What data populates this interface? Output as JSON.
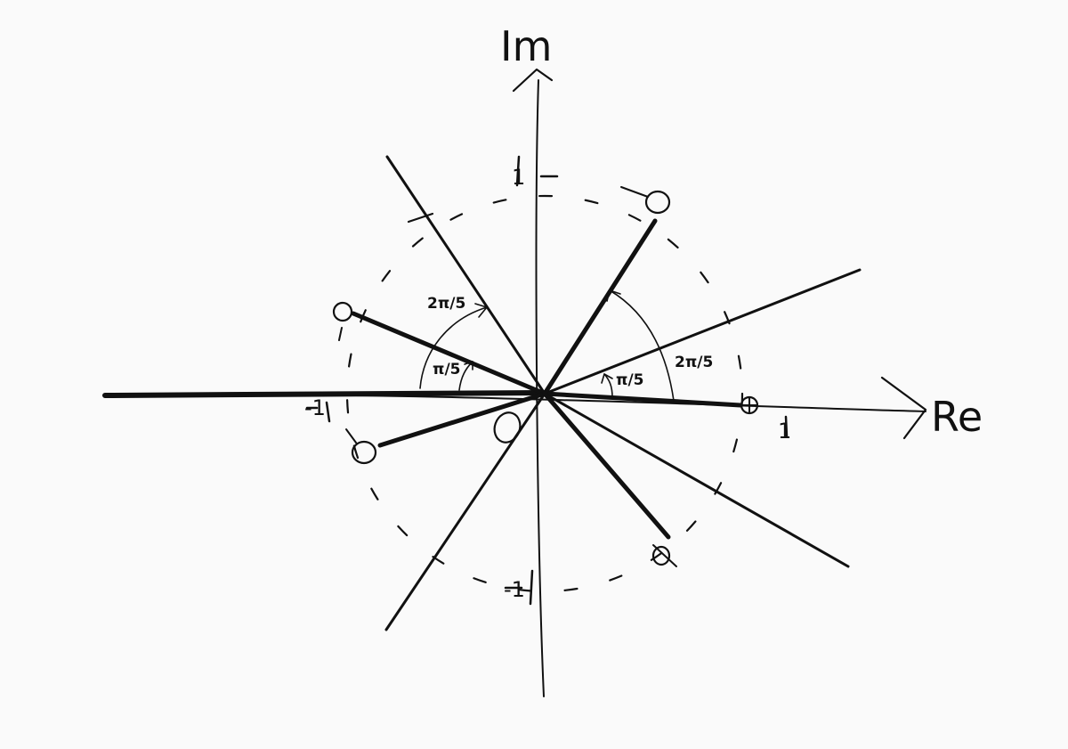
{
  "labels": {
    "imag_axis": "Im",
    "real_axis": "Re",
    "tick_pos_one_real": "1",
    "tick_neg_one_real": "-1",
    "tick_pos_one_imag": "1",
    "tick_neg_one_imag": "-1",
    "angle_two_pi_over_five": "2π/5",
    "angle_pi_over_five": "π/5"
  },
  "markers": {
    "zero_symbol": "○",
    "origin_symbol": "O",
    "phi_symbol": "⊕",
    "alpha_symbol": "α"
  }
}
